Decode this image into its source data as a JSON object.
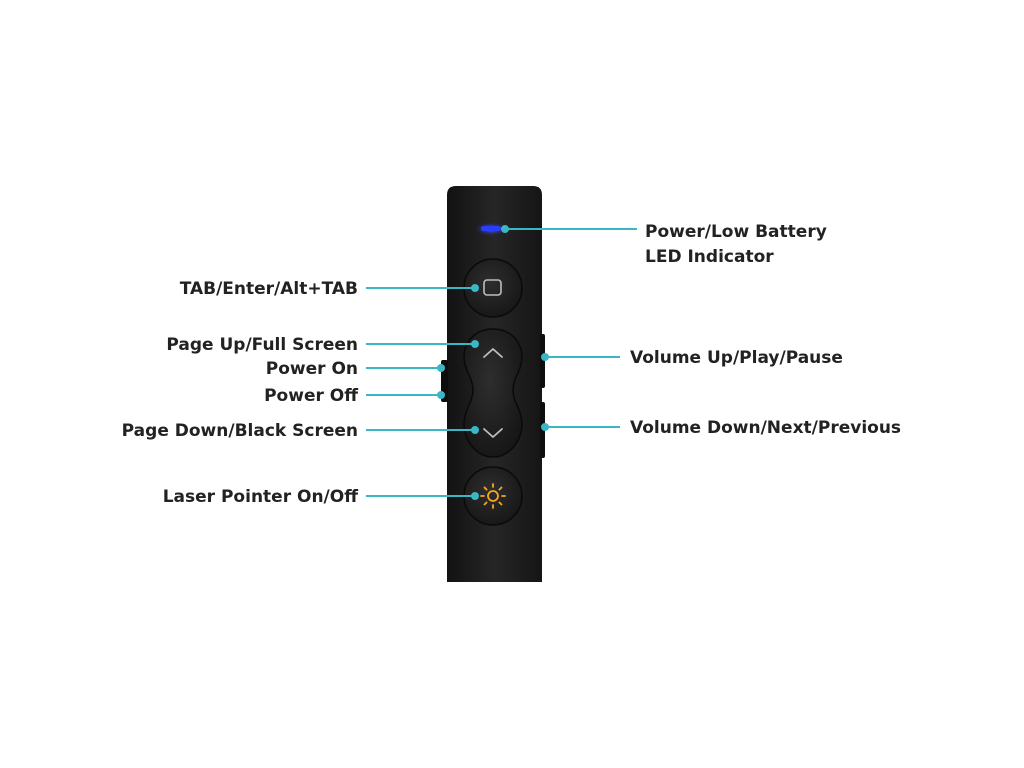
{
  "colors": {
    "leader_line": "#3bb6c4",
    "body": "#1c1c1c",
    "button": "#262626",
    "led": "#2c3cff",
    "laser": "#f5a623",
    "label": "#222222"
  },
  "callouts": {
    "led": {
      "line1": "Power/Low Battery",
      "line2": "LED Indicator"
    },
    "tab_enter": "TAB/Enter/Alt+TAB",
    "page_up": "Page Up/Full Screen",
    "power_on": "Power On",
    "power_off": "Power Off",
    "page_down": "Page Down/Black Screen",
    "laser": "Laser Pointer On/Off",
    "volume_up": "Volume Up/Play/Pause",
    "volume_down": "Volume Down/Next/Previous"
  },
  "icons": {
    "tab_button": "rounded-square-icon",
    "up_button": "chevron-up-icon",
    "down_button": "chevron-down-icon",
    "laser_button": "sun-icon"
  }
}
